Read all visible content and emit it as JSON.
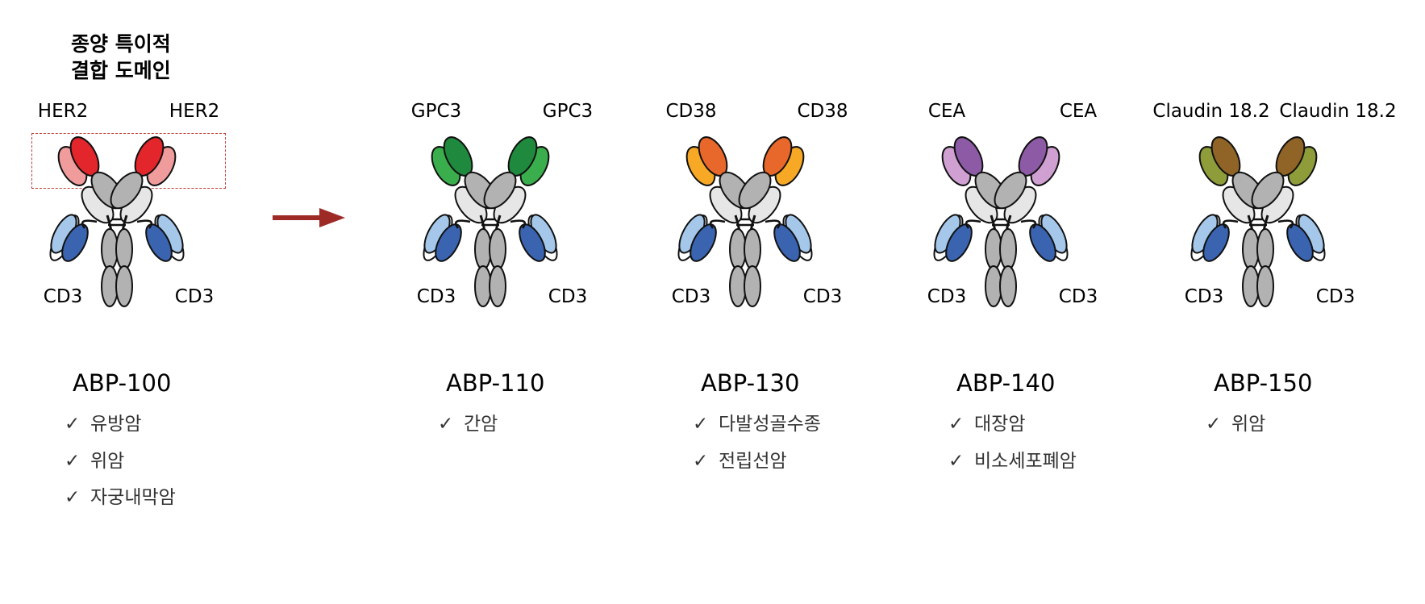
{
  "heading": {
    "line1": "종양 특이적",
    "line2": "결합 도메인"
  },
  "common": {
    "cd3_label": "CD3",
    "check_mark": "✓"
  },
  "colors": {
    "arrow": "#9e2a26",
    "region_box": "#c03a38",
    "cd3_light": "#a5c8ea",
    "cd3_dark": "#3a64b0",
    "constant_light": "#e6e6e6",
    "constant_dark": "#b2b2b2",
    "fc": "#b2b2b2"
  },
  "antibodies": [
    {
      "name": "ABP-100",
      "target": "HER2",
      "target_dark": "#e3262b",
      "target_light": "#f19c9c",
      "indications": [
        "유방암",
        "위암",
        "자궁내막암"
      ]
    },
    {
      "name": "ABP-110",
      "target": "GPC3",
      "target_dark": "#1f8a3d",
      "target_light": "#3aae4c",
      "indications": [
        "간암"
      ]
    },
    {
      "name": "ABP-130",
      "target": "CD38",
      "target_dark": "#e8672a",
      "target_light": "#f7a926",
      "indications": [
        "다발성골수종",
        "전립선암"
      ]
    },
    {
      "name": "ABP-140",
      "target": "CEA",
      "target_dark": "#8d5aa6",
      "target_light": "#cfa0d1",
      "indications": [
        "대장암",
        "비소세포폐암"
      ]
    },
    {
      "name": "ABP-150",
      "target": "Claudin 18.2",
      "target_dark": "#8f6426",
      "target_light": "#8f9c3a",
      "indications": [
        "위암"
      ]
    }
  ]
}
